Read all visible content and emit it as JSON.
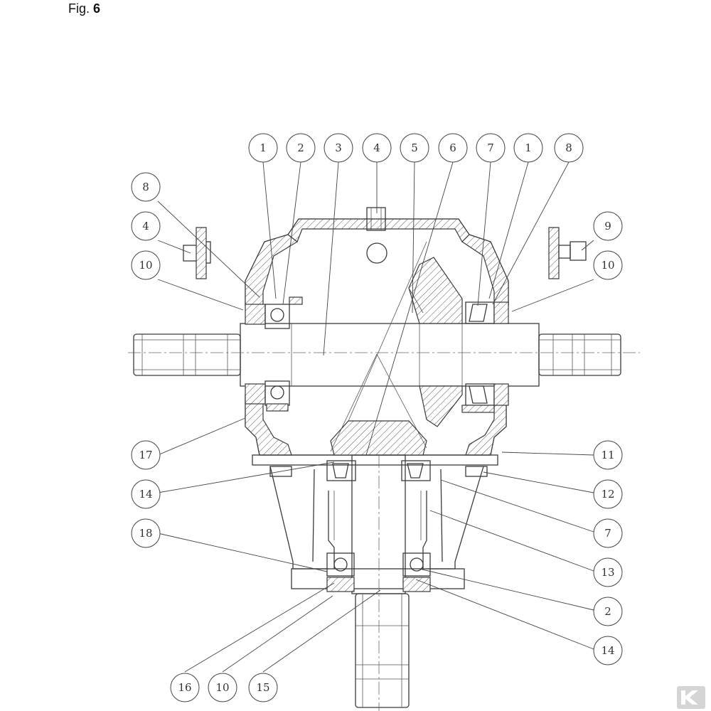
{
  "figure": {
    "label": "Fig.",
    "number": "6"
  },
  "callouts": [
    {
      "id": "c-top-1a",
      "text": "1"
    },
    {
      "id": "c-top-2",
      "text": "2"
    },
    {
      "id": "c-top-3",
      "text": "3"
    },
    {
      "id": "c-top-4",
      "text": "4"
    },
    {
      "id": "c-top-5",
      "text": "5"
    },
    {
      "id": "c-top-6",
      "text": "6"
    },
    {
      "id": "c-top-7",
      "text": "7"
    },
    {
      "id": "c-top-1b",
      "text": "1"
    },
    {
      "id": "c-top-8",
      "text": "8"
    },
    {
      "id": "c-left-8",
      "text": "8"
    },
    {
      "id": "c-left-4",
      "text": "4"
    },
    {
      "id": "c-left-10",
      "text": "10"
    },
    {
      "id": "c-right-9",
      "text": "9"
    },
    {
      "id": "c-right-10",
      "text": "10"
    },
    {
      "id": "c-left-17",
      "text": "17"
    },
    {
      "id": "c-right-11",
      "text": "11"
    },
    {
      "id": "c-left-14",
      "text": "14"
    },
    {
      "id": "c-right-12",
      "text": "12"
    },
    {
      "id": "c-right-7",
      "text": "7"
    },
    {
      "id": "c-left-18",
      "text": "18"
    },
    {
      "id": "c-right-13",
      "text": "13"
    },
    {
      "id": "c-right-2",
      "text": "2"
    },
    {
      "id": "c-right-14",
      "text": "14"
    },
    {
      "id": "c-bot-16",
      "text": "16"
    },
    {
      "id": "c-bot-10",
      "text": "10"
    },
    {
      "id": "c-bot-15",
      "text": "15"
    }
  ]
}
